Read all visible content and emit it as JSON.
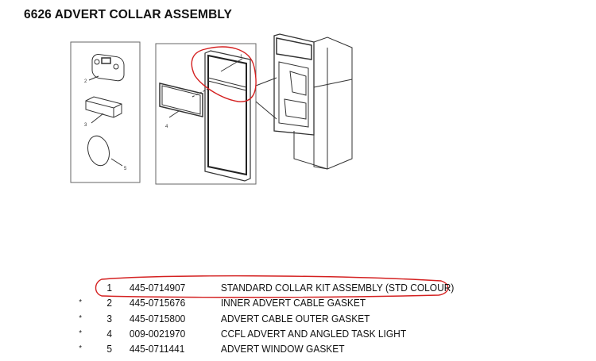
{
  "title": "6626 ADVERT COLLAR ASSEMBLY",
  "figure": {
    "callouts": [
      "1",
      "2",
      "3",
      "4",
      "5"
    ],
    "highlight_color": "#d42020"
  },
  "parts": [
    {
      "marker": "",
      "item": "1",
      "part_number": "445-0714907",
      "description": "STANDARD COLLAR KIT ASSEMBLY (STD COLOUR)",
      "circled": true
    },
    {
      "marker": "*",
      "item": "2",
      "part_number": "445-0715676",
      "description": "INNER ADVERT CABLE GASKET"
    },
    {
      "marker": "*",
      "item": "3",
      "part_number": "445-0715800",
      "description": "ADVERT CABLE OUTER GASKET"
    },
    {
      "marker": "*",
      "item": "4",
      "part_number": "009-0021970",
      "description": "CCFL ADVERT AND ANGLED TASK LIGHT"
    },
    {
      "marker": "*",
      "item": "5",
      "part_number": "445-0711441",
      "description": "ADVERT WINDOW GASKET"
    }
  ]
}
